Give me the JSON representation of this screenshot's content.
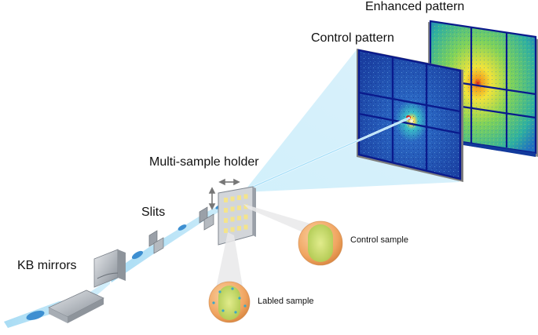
{
  "labels": {
    "enhanced_pattern": "Enhanced pattern",
    "control_pattern": "Control pattern",
    "multi_sample_holder": "Multi-sample holder",
    "slits": "Slits",
    "kb_mirrors": "KB mirrors",
    "control_sample": "Control sample",
    "labeled_sample": "Labled sample"
  },
  "colors": {
    "beam": "#a9dcf4",
    "beam_core": "#3d8fd1",
    "detector_blue": "#1d3fa3",
    "detector_edge": "#0a1a8c",
    "hardware_gray": "#9aa0a8",
    "sample_orange": "#f0a561",
    "sample_core": "#c9e36a",
    "holder_dot": "#f3e48c"
  }
}
